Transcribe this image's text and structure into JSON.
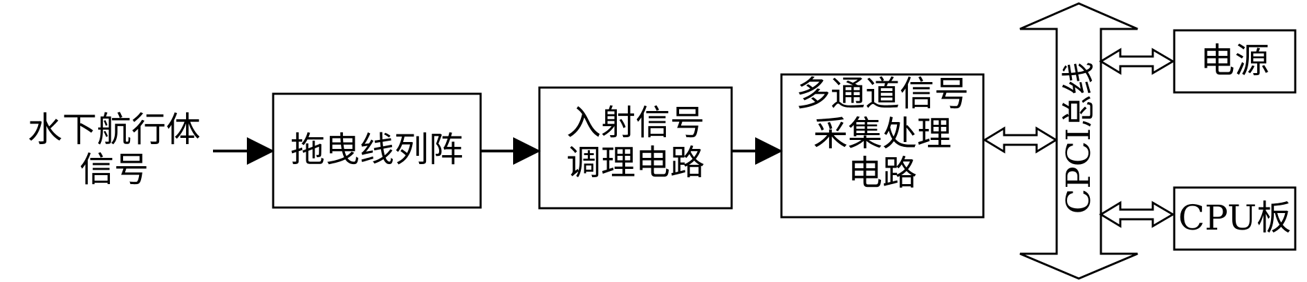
{
  "input_label": {
    "line1": "水下航行体",
    "line2": "信号"
  },
  "blocks": {
    "towed_array": {
      "line1": "拖曳线列阵"
    },
    "conditioning": {
      "line1": "入射信号",
      "line2": "调理电路"
    },
    "acquisition": {
      "line1": "多通道信号",
      "line2": "采集处理",
      "line3": "电路"
    },
    "power": {
      "line1": "电源"
    },
    "cpu": {
      "line1": "CPU板"
    }
  },
  "bus_label": "CPCI总线",
  "colors": {
    "stroke": "#000000",
    "background": "#ffffff"
  }
}
